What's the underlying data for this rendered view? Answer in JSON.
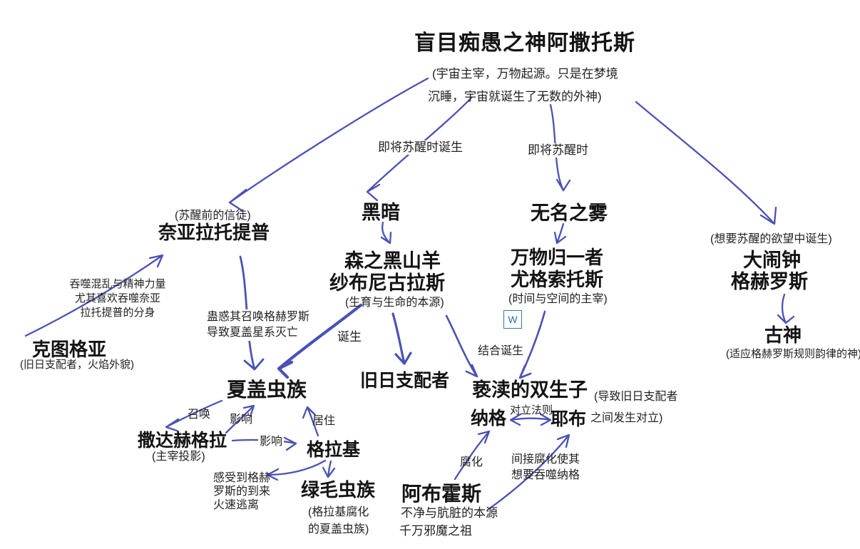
{
  "root": {
    "title": "盲目痴愚之神阿撒托斯",
    "subtitle_line1": "(宇宙主宰，万物起源。只是在梦境",
    "subtitle_line2": "沉睡，宇宙就诞生了无数的外神)"
  },
  "nodes": {
    "nyarlathotep": {
      "note_above": "(苏醒前的信徒)",
      "name": "奈亚拉托提普"
    },
    "cthugha": {
      "name": "克图格亚",
      "note_below": "(旧日支配者，火焰外貌)"
    },
    "darkness": {
      "name": "黑暗"
    },
    "shub_niggurath": {
      "name_line1": "森之黑山羊",
      "name_line2": "纱布尼古拉斯",
      "note_below": "(生育与生命的本源)"
    },
    "nameless_mist": {
      "name": "无名之雾"
    },
    "yog_sothoth": {
      "name_line1": "万物归一者",
      "name_line2": "尤格索托斯",
      "note_below": "(时间与空间的主宰)"
    },
    "ghroth": {
      "note_above": "(想要苏醒的欲望中诞生)",
      "name_line1": "大闹钟",
      "name_line2": "格赫罗斯"
    },
    "elder_gods": {
      "name": "古神",
      "note_below": "(适应格赫罗斯规则韵律的神)"
    },
    "shan": {
      "name": "夏盖虫族"
    },
    "great_old_ones": {
      "name": "旧日支配者"
    },
    "twins": {
      "name": "亵渎的双生子",
      "note_line1": "(导致旧日支配者",
      "note_line2": "之间发生对立)"
    },
    "nug": {
      "name": "纳格"
    },
    "yeb": {
      "name": "耶布"
    },
    "zhadahgela": {
      "name": "撒达赫格拉",
      "note_below": "(主宰投影)"
    },
    "glaaki": {
      "name": "格拉基"
    },
    "green_worms": {
      "name": "绿毛虫族",
      "note_line1": "(格拉基腐化",
      "note_line2": "的夏盖虫族)"
    },
    "abhoth": {
      "name": "阿布霍斯",
      "note_line1": "不净与肮脏的本源",
      "note_line2": "千万邪魔之祖"
    }
  },
  "edge_labels": {
    "born_when_awakening": "即将苏醒时诞生",
    "when_awakening": "即将苏醒时",
    "devour_line1": "吞噬混乱与精神力量",
    "devour_line2": "尤其喜欢吞噬奈亚",
    "devour_line3": "拉托提普的分身",
    "bewitch_line1": "蛊惑其召唤格赫罗斯",
    "bewitch_line2": "导致夏盖星系灭亡",
    "birth": "诞生",
    "union_birth": "结合诞生",
    "summon": "召唤",
    "influence_up": "影响",
    "influence_right": "影响",
    "inhabit": "居住",
    "flee_line1": "感受到格赫",
    "flee_line2": "罗斯的到来",
    "flee_line3": "火速逃离",
    "opposition_law": "对立法则",
    "corrupt": "腐化",
    "indirect_line1": "间接腐化使其",
    "indirect_line2": "想要吞噬纳格"
  },
  "widgets": {
    "w_badge": "W"
  },
  "colors": {
    "arrow": "#4a52b4",
    "text": "#1a1a1a",
    "w_border": "#2e7d96",
    "w_letter": "#2f6fc0"
  }
}
